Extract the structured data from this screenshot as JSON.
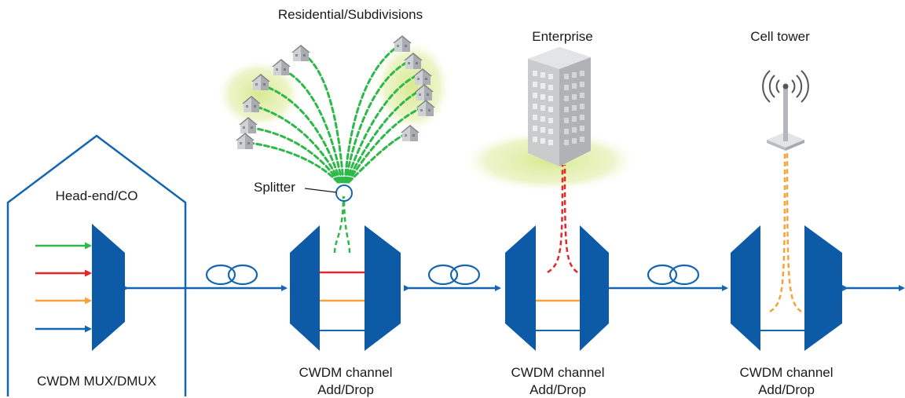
{
  "labels": {
    "residential": "Residential/Subdivisions",
    "enterprise": "Enterprise",
    "cell_tower": "Cell tower",
    "headend": "Head-end/CO",
    "splitter": "Splitter",
    "mux": "CWDM MUX/DMUX",
    "node": "CWDM channel",
    "node_sub": "Add/Drop"
  },
  "colors": {
    "fiber_blue": "#1565b0",
    "mux_blue": "#0d5aa7",
    "green": "#2eb84a",
    "red": "#e42728",
    "orange": "#f7a23b",
    "building_gray": "#c9cbcd",
    "ground_glow": "#d8e98f"
  },
  "icons": [
    "house-icon",
    "building-icon",
    "cell-tower-icon",
    "fiber-spool-icon",
    "splitter-icon",
    "arrow-icon"
  ]
}
